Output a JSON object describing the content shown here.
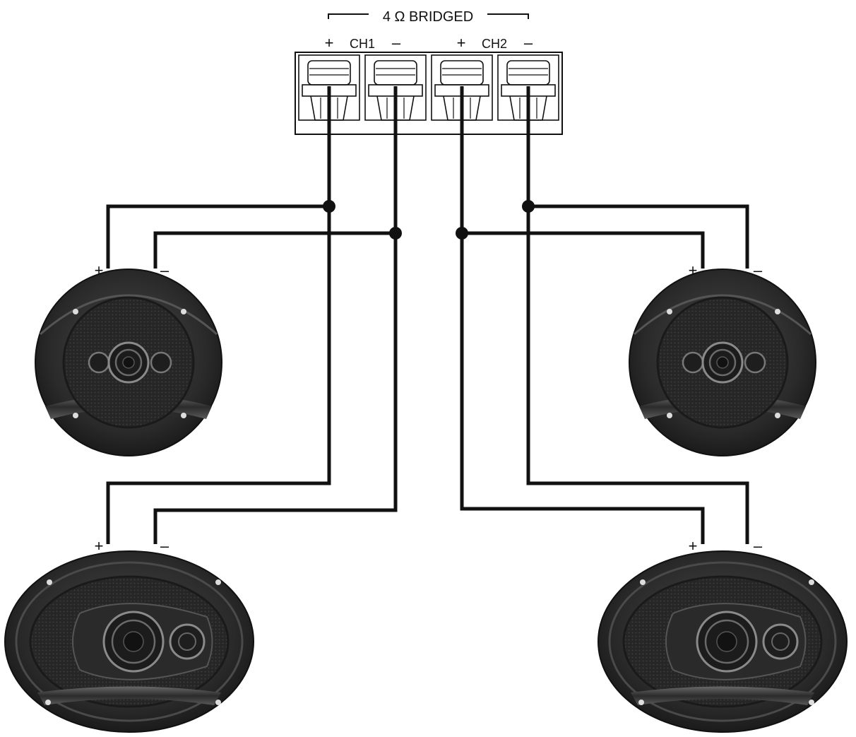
{
  "header": {
    "bridge_label": "4 Ω BRIDGED"
  },
  "terminal_block": {
    "ch1_label": "CH1",
    "ch2_label": "CH2",
    "plus_sign": "+",
    "minus_sign": "–"
  },
  "speakers": {
    "plus_sign": "+",
    "minus_sign": "–"
  },
  "colors": {
    "wire": "#111111",
    "speaker_body": "#2a2a2a",
    "background": "#ffffff"
  }
}
